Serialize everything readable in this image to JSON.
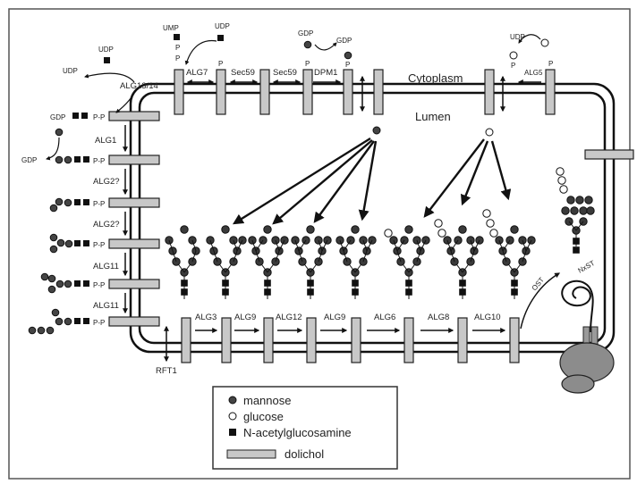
{
  "compartments": {
    "cytoplasm": "Cytoplasm",
    "lumen": "Lumen"
  },
  "enzymes": {
    "alg13_14": "ALG13/14",
    "alg7": "ALG7",
    "sec59_a": "Sec59",
    "sec59_b": "Sec59",
    "dpm1": "DPM1",
    "alg1": "ALG1",
    "alg2_a": "ALG2?",
    "alg2_b": "ALG2?",
    "alg11_a": "ALG11",
    "alg11_b": "ALG11",
    "alg3": "ALG3",
    "alg9_a": "ALG9",
    "alg12": "ALG12",
    "alg9_b": "ALG9",
    "alg6": "ALG6",
    "alg8": "ALG8",
    "alg10": "ALG10",
    "rft1": "RFT1",
    "alg5": "ALG5",
    "ost": "OST",
    "nxst": "NxST"
  },
  "metabolites": {
    "udp_top1": "UDP",
    "ump": "UMP",
    "udp_top2": "UDP",
    "gdp_top1": "GDP",
    "gdp_top2": "GDP",
    "udp_top3": "UDP",
    "gdp_left1": "GDP",
    "gdp_left2": "GDP"
  },
  "labels": {
    "p": "P",
    "pp": "P-P"
  },
  "legend": {
    "mannose": "mannose",
    "glucose": "glucose",
    "glcnac": "N-acetylglucosamine",
    "dolichol": "dolichol"
  }
}
